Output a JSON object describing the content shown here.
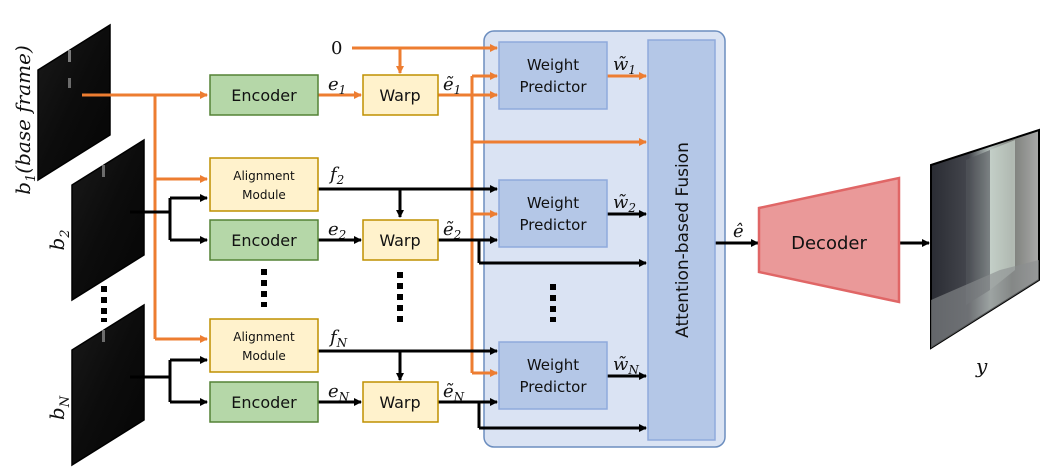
{
  "inputs": {
    "b1": {
      "symbol": "b",
      "sub": "1",
      "suffix": "(base frame)"
    },
    "b2": {
      "symbol": "b",
      "sub": "2"
    },
    "bN": {
      "symbol": "b",
      "sub": "N"
    }
  },
  "zero_label": "0",
  "blocks": {
    "encoder": "Encoder",
    "alignment_line1": "Alignment",
    "alignment_line2": "Module",
    "warp": "Warp",
    "weight_line1": "Weight",
    "weight_line2": "Predictor",
    "fusion": "Attention-based Fusion",
    "decoder": "Decoder"
  },
  "signals": {
    "e1": {
      "symbol": "e",
      "sub": "1"
    },
    "e2": {
      "symbol": "e",
      "sub": "2"
    },
    "eN": {
      "symbol": "e",
      "sub": "N"
    },
    "et1": {
      "symbol": "ẽ",
      "sub": "1"
    },
    "et2": {
      "symbol": "ẽ",
      "sub": "2"
    },
    "etN": {
      "symbol": "ẽ",
      "sub": "N"
    },
    "f2": {
      "symbol": "f",
      "sub": "2"
    },
    "fN": {
      "symbol": "f",
      "sub": "N"
    },
    "w1": {
      "symbol": "w̃",
      "sub": "1"
    },
    "w2": {
      "symbol": "w̃",
      "sub": "2"
    },
    "wN": {
      "symbol": "w̃",
      "sub": "N"
    },
    "ehat": {
      "symbol": "ê"
    },
    "y": {
      "symbol": "y"
    }
  },
  "colors": {
    "orange_path": "#ed7d31",
    "black_path": "#000000",
    "encoder_fill": "#b5d7a8",
    "encoder_stroke": "#548235",
    "yellow_fill": "#fff2cc",
    "yellow_stroke": "#bf9000",
    "weight_fill": "#b4c7e7",
    "weight_stroke": "#8faadc",
    "container_fill": "#dae3f3",
    "container_stroke": "#6c8ebf",
    "decoder_fill": "#ea9999",
    "decoder_stroke": "#e06666"
  }
}
